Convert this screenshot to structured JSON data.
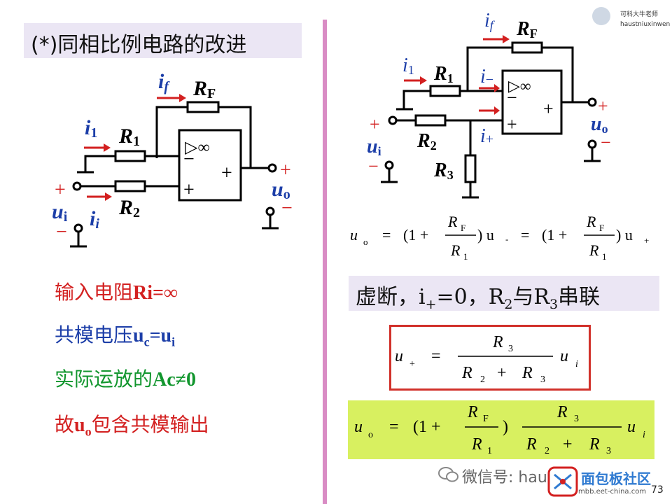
{
  "title": "(*)同相比例电路的改进",
  "notes": {
    "note1_prefix": "输入电阻",
    "note1_formula": "Ri=∞",
    "note2_prefix": "共模电压",
    "note2_u": "u",
    "note2_sub1": "c",
    "note2_eq": "=u",
    "note2_sub2": "i",
    "note3_prefix": "实际运放的",
    "note3_formula": "Ac≠0",
    "note4_prefix": "故",
    "note4_u": "u",
    "note4_sub": "o",
    "note4_suffix": "包含共模输出"
  },
  "serial": {
    "a": "虚断，i",
    "a_sub": "+",
    "b": "=0，R",
    "b_sub": "2",
    "c": "与R",
    "c_sub": "3",
    "d": "串联"
  },
  "circuit": {
    "i_sym": "i",
    "f_sub": "f",
    "one_sub": "1",
    "two_sub": "2",
    "three_sub": "3",
    "F_sub": "F",
    "i_sub": "i",
    "o_sub": "o",
    "R_sym": "R",
    "u_sym": "u",
    "plus": "+",
    "minus": "−",
    "inf": "▷∞",
    "minus_sub": "−"
  },
  "formulas": {
    "u": "u",
    "o": "o",
    "eq": "=",
    "open": "(1 +",
    "R": "R",
    "F": "F",
    "one": "1",
    "two": "2",
    "three": "3",
    "close_u": ") u",
    "minus_sub": "-",
    "plus_sub": "+",
    "i": "i",
    "plus": "+",
    "close": ")"
  },
  "watermark": {
    "brand_line1": "可科大牛老师",
    "brand_line2": "haustniuxinwen",
    "wechat": "微信号: hau",
    "site_cn": "面包板社区",
    "site_url": "mbb.eet-china.com",
    "page_number": "73"
  },
  "colors": {
    "red": "#d32020",
    "blue": "#1c3ea8",
    "green": "#12962e",
    "divider": "#d98cc4",
    "title_bg": "#ebe6f4",
    "formula_box_border": "#d1302a",
    "formula_box_fill": "#d8f060"
  }
}
